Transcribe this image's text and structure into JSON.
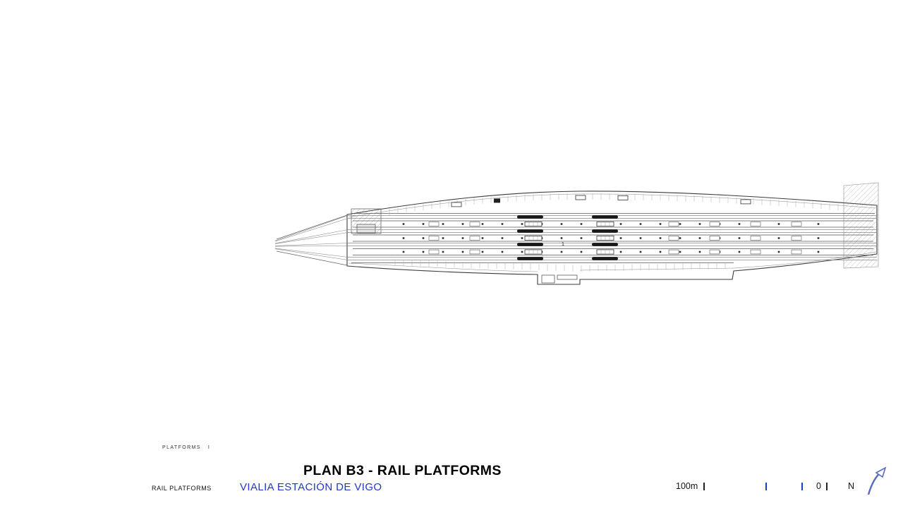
{
  "plan": {
    "platform_number_label": "1"
  },
  "footer": {
    "sheet_label": "PLATFORMS",
    "sheet_tick": "I",
    "main_title": "PLAN B3 - RAIL PLATFORMS",
    "drawing_name": "RAIL PLATFORMS",
    "project_name": "VIALIA ESTACIÓN DE VIGO",
    "scale": {
      "left_label": "100m",
      "right_label": "0"
    },
    "north_label": "N"
  },
  "colors": {
    "accent_blue": "#2038c8",
    "outline": "#3c3c3c",
    "hatch": "#9b9b9b"
  }
}
